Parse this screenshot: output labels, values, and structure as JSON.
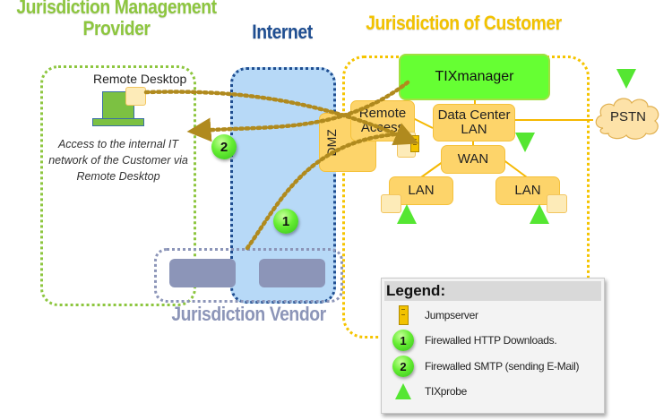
{
  "zones": {
    "provider": {
      "title_line1": "Jurisdiction Management",
      "title_line2": "Provider"
    },
    "internet": {
      "title": "Internet"
    },
    "customer": {
      "title": "Jurisdiction of Customer"
    },
    "vendor": {
      "title": "Jurisdiction Vendor"
    }
  },
  "provider_content": {
    "device_label": "Remote Desktop",
    "description_line1": "Access to the internal IT",
    "description_line2": "network of the Customer via",
    "description_line3": "Remote Desktop"
  },
  "nodes": {
    "tixmanager": "TIXmanager",
    "remote_access_line1": "Remote",
    "remote_access_line2": "Access",
    "dmz": "DMZ",
    "datacenter_line1": "Data Center",
    "datacenter_line2": "LAN",
    "wan": "WAN",
    "lan_left": "LAN",
    "lan_right": "LAN",
    "pstn": "PSTN"
  },
  "badges": {
    "one": "1",
    "two": "2"
  },
  "legend": {
    "title": "Legend:",
    "items": [
      {
        "icon": "jumpserver-icon",
        "label": "Jumpserver"
      },
      {
        "icon": "badge-1",
        "label": "Firewalled HTTP Downloads.",
        "badge": "1"
      },
      {
        "icon": "badge-2",
        "label": "Firewalled SMTP (sending E-Mail)",
        "badge": "2"
      },
      {
        "icon": "tixprobe-icon",
        "label": "TIXprobe"
      }
    ]
  },
  "colors": {
    "provider": "#8dc63f",
    "internet": "#1f4e91",
    "internet_fill": "#b7d9f7",
    "customer": "#f5c400",
    "vendor": "#8c95b8",
    "node_fill": "#fdd46a",
    "tixmanager_fill": "#66ff33",
    "probe": "#55e632",
    "connection": "#b08a1e"
  }
}
